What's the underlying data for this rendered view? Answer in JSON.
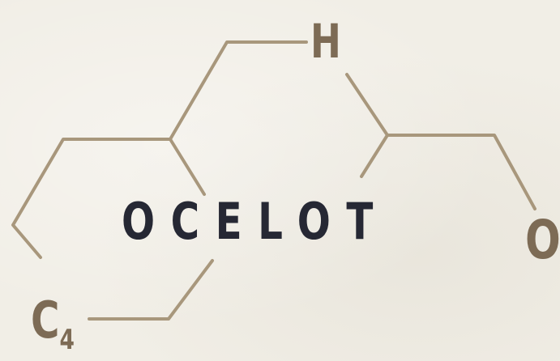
{
  "logo": {
    "word": "OCELOT",
    "atom_h": "H",
    "atom_o": "O",
    "atom_c": "C",
    "atom_c_subscript": "4"
  },
  "colors": {
    "background": "#f1eee6",
    "bond_line": "#a8977c",
    "atom_label": "#7d6b55",
    "brand_text": "#262834"
  }
}
